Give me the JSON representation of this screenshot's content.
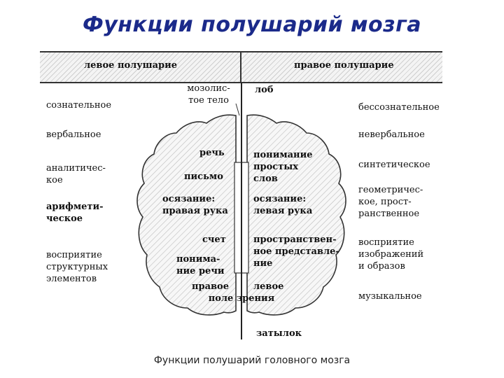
{
  "title": "Функции полушарий мозга",
  "header": {
    "left": "левое полушарие",
    "right": "правое полушарие"
  },
  "top_labels": {
    "corpus_callosum": [
      "мозолис-",
      "тое тело"
    ],
    "frontal": "лоб",
    "occipital": "затылок"
  },
  "left_outer": [
    {
      "lines": [
        "сознательное"
      ]
    },
    {
      "lines": [
        "вербальное"
      ]
    },
    {
      "lines": [
        "аналитичес-",
        "кое"
      ]
    },
    {
      "lines": [
        "арифмети-",
        "ческое"
      ]
    },
    {
      "lines": [
        "восприятие",
        "структурных",
        "элементов"
      ]
    }
  ],
  "right_outer": [
    {
      "lines": [
        "бессознательное"
      ]
    },
    {
      "lines": [
        "невербальное"
      ]
    },
    {
      "lines": [
        "синтетическое"
      ]
    },
    {
      "lines": [
        "геометричес-",
        "кое, прост-",
        "ранственное"
      ]
    },
    {
      "lines": [
        "восприятие",
        "изображений",
        "и образов"
      ]
    },
    {
      "lines": [
        "музыкальное"
      ]
    }
  ],
  "left_inner": {
    "speech": "речь",
    "writing": "письмо",
    "touch": [
      "осязание:",
      "правая рука"
    ],
    "counting": "счет",
    "speech_understanding": [
      "понима-",
      "ние речи"
    ],
    "right_field": "правое"
  },
  "right_inner": {
    "understanding": [
      "понимание",
      "простых",
      "слов"
    ],
    "touch": [
      "осязание:",
      "левая рука"
    ],
    "spatial": [
      "пространствен-",
      "ное представле-",
      "ние"
    ],
    "left_field": "левое"
  },
  "visual_field": "поле зрения",
  "caption": "Функции полушарий головного мозга"
}
